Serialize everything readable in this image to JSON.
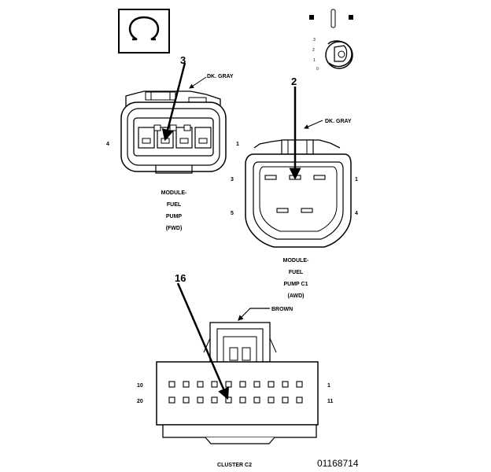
{
  "symbol_box": {
    "icon": "omega-ohm-symbol"
  },
  "ignition_icon": {
    "icon": "ignition-key",
    "positions": [
      "3",
      "2",
      "1",
      "0"
    ]
  },
  "connector_fwd": {
    "callout_number": "3",
    "wire_color": "DK. GRAY",
    "pin_left": "4",
    "pin_right": "1",
    "label_lines": [
      "MODULE-",
      "FUEL",
      "PUMP",
      "(FWD)"
    ]
  },
  "connector_awd": {
    "callout_number": "2",
    "wire_color": "DK. GRAY",
    "pin_top_left": "3",
    "pin_top_right": "1",
    "pin_bottom_left": "5",
    "pin_bottom_right": "4",
    "label_lines": [
      "MODULE-",
      "FUEL",
      "PUMP C1",
      "(AWD)"
    ]
  },
  "connector_cluster": {
    "callout_number": "16",
    "wire_color": "BROWN",
    "pin_top_left": "10",
    "pin_top_right": "1",
    "pin_bottom_left": "20",
    "pin_bottom_right": "11",
    "label": "CLUSTER C2"
  },
  "figure_id": "01168714"
}
